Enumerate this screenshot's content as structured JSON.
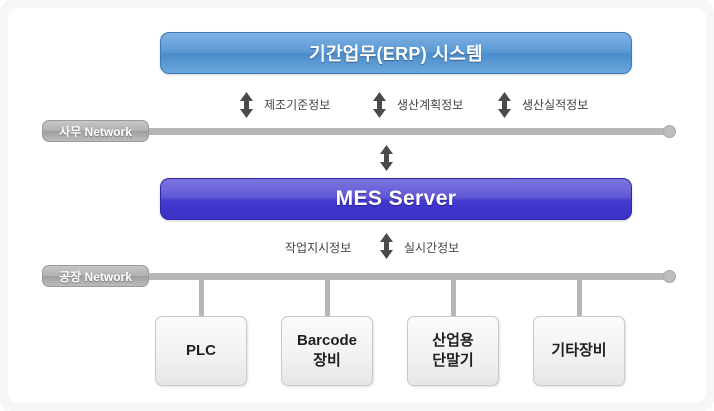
{
  "diagram": {
    "title_systems": {
      "erp": "기간업무(ERP) 시스템",
      "mes": "MES Server"
    },
    "networks": [
      {
        "name": "사무 Network",
        "key": "office"
      },
      {
        "name": "공장 Network",
        "key": "factory"
      }
    ],
    "erp_flows": [
      {
        "label": "제조기준정보",
        "icon": "double-arrow-vertical-icon"
      },
      {
        "label": "생산계획정보",
        "icon": "double-arrow-vertical-icon"
      },
      {
        "label": "생산실적정보",
        "icon": "double-arrow-vertical-icon"
      }
    ],
    "mes_flows": [
      {
        "label": "작업지시정보",
        "icon": "double-arrow-vertical-icon"
      },
      {
        "label": "실시간정보",
        "icon": "double-arrow-vertical-icon"
      }
    ],
    "devices": [
      {
        "label": "PLC",
        "lines": [
          "PLC"
        ]
      },
      {
        "label": "Barcode 장비",
        "lines": [
          "Barcode",
          "장비"
        ]
      },
      {
        "label": "산업용 단말기",
        "lines": [
          "산업용",
          "단말기"
        ]
      },
      {
        "label": "기타장비",
        "lines": [
          "기타장비"
        ]
      }
    ],
    "colors": {
      "erp_blue": "#5a98d4",
      "mes_purple": "#4238cf",
      "network_gray": "#b6b6b6",
      "pill_gray": "#b0b0b0",
      "arrow_dark": "#4a4a4a",
      "device_gray": "#f2f2f2",
      "panel_white": "#ffffff",
      "frame_gray": "#f6f6f6"
    }
  }
}
